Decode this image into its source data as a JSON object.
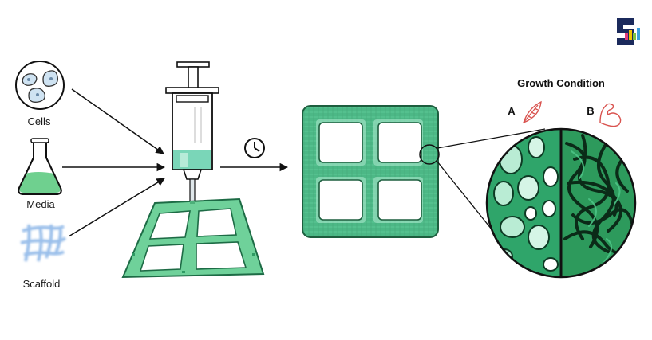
{
  "inputs": {
    "cells": "Cells",
    "media": "Media",
    "scaffold": "Scaffold"
  },
  "growth": {
    "title": "Growth Condition",
    "a_label": "A",
    "b_label": "B",
    "a_icon": "feather-icon",
    "b_icon": "flexed-arm-icon"
  },
  "icons": {
    "timer": "clock-icon",
    "syringe": "syringe-icon",
    "logo": "sr-logo"
  },
  "colors": {
    "green_light": "#8fdcb0",
    "green_mid": "#3fbf7f",
    "green_dark": "#1a7a4a",
    "green_scaffold": "#4cc88a",
    "blue_scaffold": "#8fb8e8",
    "accent_red": "#d9534f"
  }
}
